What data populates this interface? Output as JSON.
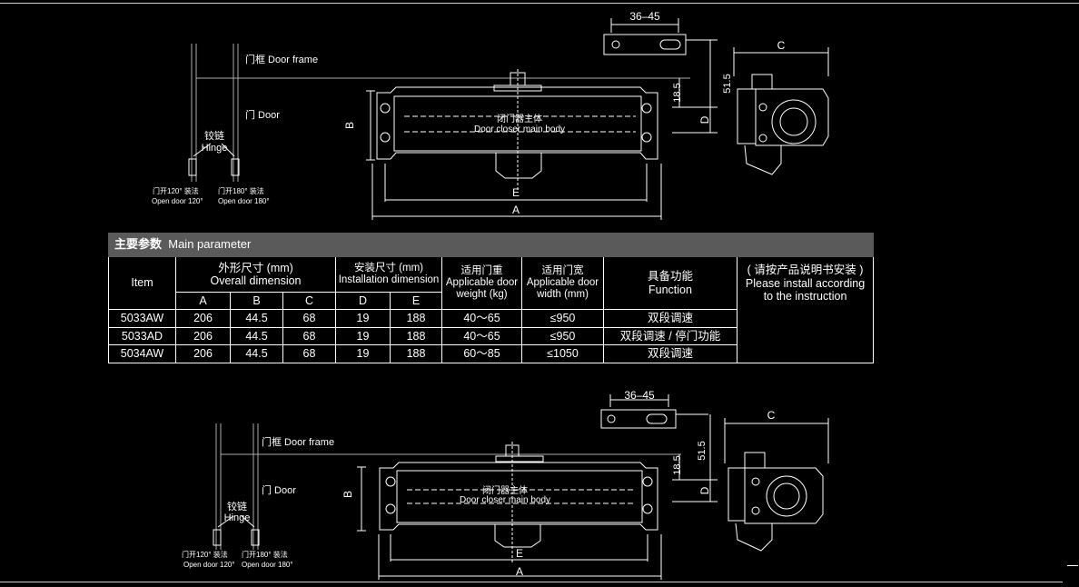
{
  "table": {
    "title_cn": "主要参数",
    "title_en": "Main parameter",
    "item_header": "Item",
    "overall_cn": "外形尺寸 (mm)",
    "overall_en": "Overall dimension",
    "install_cn": "安装尺寸 (mm)",
    "install_en": "Installation dimension",
    "weight_cn": "适用门重",
    "weight_en1": "Applicable door",
    "weight_en2": "weight (kg)",
    "width_cn": "适用门宽",
    "width_en1": "Applicable door",
    "width_en2": "width (mm)",
    "function_cn": "具备功能",
    "function_en": "Function",
    "note_cn": "( 请按产品说明书安装 )",
    "note_en1": "Please install according",
    "note_en2": "to the instruction",
    "sub_cols": [
      "A",
      "B",
      "C",
      "D",
      "E"
    ],
    "rows": [
      {
        "item": "5033AW",
        "a": "206",
        "b": "44.5",
        "c": "68",
        "d": "19",
        "e": "188",
        "weight": "40～65",
        "width": "≤950",
        "function": "双段调速"
      },
      {
        "item": "5033AD",
        "a": "206",
        "b": "44.5",
        "c": "68",
        "d": "19",
        "e": "188",
        "weight": "40～65",
        "width": "≤950",
        "function": "双段调速 / 停门功能"
      },
      {
        "item": "5034AW",
        "a": "206",
        "b": "44.5",
        "c": "68",
        "d": "19",
        "e": "188",
        "weight": "60～85",
        "width": "≤1050",
        "function": "双段调速"
      }
    ]
  },
  "diagram": {
    "door_frame": "门框 Door frame",
    "door": "门 Door",
    "hinge_cn": "铰链",
    "hinge_en": "Hinge",
    "open120_cn": "门开120°  装法",
    "open180_cn": "门开180°  装法",
    "open120_en": "Open door 120°",
    "open180_en": "Open door 180°",
    "body_cn": "闭门器主体",
    "body_en": "Door closer main body",
    "dim_range": "36–45",
    "dim_51": "51.5",
    "dim_18": "18.5",
    "label_a": "A",
    "label_b": "B",
    "label_c": "C",
    "label_d": "D",
    "label_e": "E"
  }
}
